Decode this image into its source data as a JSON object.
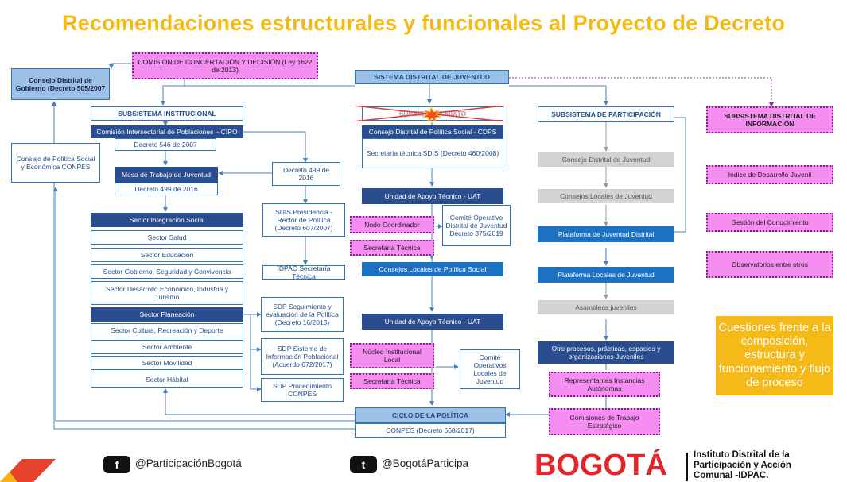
{
  "title": "Recomendaciones estructurales y funcionales al Proyecto de Decreto",
  "boxes": {
    "comision_concertacion": "COMISIÓN DE CONCERTACIÓN Y DECISIÓN (Ley 1622 de 2013)",
    "consejo_distrital_gobierno": "Consejo Distrital de Gobierno (Decreto 505/2007",
    "sistema_distrital_juventud": "SISTEMA DISTRITAL DE JUVENTUD",
    "subsistema_institucional": "SUBSISTEMA INSTITUCIONAL",
    "subsistema_mixto": "SUBSISTEMA MIXTO",
    "subsistema_participacion": "SUBSISTEMA DE PARTICIPACIÓN",
    "subsistema_informacion": "SUBSISTEMA DISTRITAL DE INFORMACIÓN",
    "cipo": "Comisión Intersectorial de Poblaciones – CIPO",
    "decreto_546": "Decreto 546 de 2007",
    "consejo_politica_social_economica": "Consejo de Política Social y Económica CONPES",
    "mesa_trabajo_juventud": "Mesa de Trabajo de Juventud",
    "decreto_499_2016_a": "Decreto 499 de 2016",
    "decreto_499_2016_b": "Decreto 499 de 2016",
    "sdis_presidencia": "SDIS Presidencia - Rector de Política (Decreto 607/2007)",
    "idpac_secretaria": "IDPAC Secretaría Técnica",
    "sdp_seguimiento": "SDP Seguimiento y evaluación de la Política (Decreto 16/2013)",
    "sdp_sistema_info": "SDP Sistema de Información Poblacional (Acuerdo 672/2017)",
    "sdp_procedimiento": "SDP Procedimiento CONPES",
    "cdps": "Consejo Distrital de Política Social - CDPS",
    "secretaria_tecnica_sdis": "Secretaría técnica SDIS (Decreto 460/2008)",
    "uat_1": "Unidad de Apoyo Técnico - UAT",
    "nodo_coordinador": "Nodo Coordinador",
    "secretaria_tecnica_1": "Secretaría Técnica",
    "comite_operativo_distrital": "Comité Operativo Distrital de Juventud Decreto 375/2019",
    "consejos_locales_politica": "Consejos Locales de Política Social",
    "uat_2": "Unidad de Apoyo Técnico - UAT",
    "nucleo_institucional": "Núcleo Institucional Local",
    "secretaria_tecnica_2": "Secretaría Técnica",
    "comite_operativos_locales": "Comité Operativos Locales de Juventud",
    "ciclo_politica": "CICLO DE LA POLÍTICA",
    "conpes_668": "CONPES (Decreto 668/2017)",
    "consejo_distrital_juventud": "Consejo Distrital de Juventud",
    "consejos_locales_juventud": "Consejos Locales de Juventud",
    "plataforma_distrital": "Plataforma de Juventud Distrital",
    "plataforma_locales": "Plataforma Locales de Juventud",
    "asambleas": "Asambleas juveniles",
    "otros_procesos": "Otro procesos, prácticas, espacios y organizaciones Juveniles",
    "representantes": "Representantes Instancias Autónomas",
    "comisiones_trabajo": "Comisiones de Trabajo Estratégico",
    "indice_desarrollo": "Índice de Desarrollo Juvenil",
    "gestion_conocimiento": "Gestión del Conocimiento",
    "observatorios": "Observatorios entre otros"
  },
  "sectors": [
    "Sector Integración Social",
    "Sector Salud",
    "Sector  Educación",
    "Sector Gobierno, Seguridad y Convivencia",
    "Sector Desarrollo Económico, Industria y Turismo",
    "Sector Planeación",
    "Sector Cultura, Recreación y Deporte",
    "Sector Ambiente",
    "Sector Movilidad",
    "Sector Hábitat"
  ],
  "callout": "Cuestiones frente a la composición, estructura y funcionamiento y flujo de proceso",
  "footer": {
    "facebook": "@ParticipaciónBogotá",
    "twitter": "@BogotáParticipa",
    "logo_text": "BOGOTÁ",
    "institute": "Instituto Distrital de la Participación y Acción Comunal -IDPAC."
  },
  "colors": {
    "title": "#f4b915",
    "dark_blue": "#2a4d8f",
    "bright_blue": "#1c71c3",
    "pink": "#f58ef0",
    "callout": "#f6ba18"
  }
}
